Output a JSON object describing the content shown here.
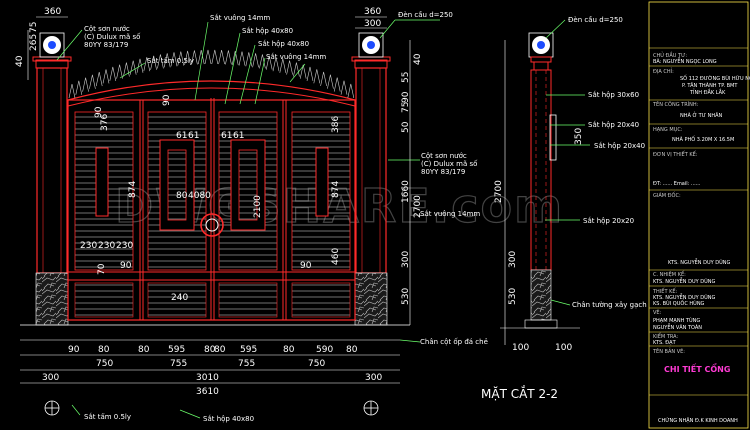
{
  "callouts": {
    "den_cau_left": "Đèn cầu d=250",
    "den_cau_right": "Đèn cầu d=250",
    "cot_son_nuoc_left": [
      "Cột sơn nước",
      "(C) Dulux mã số",
      "80YY 83/179"
    ],
    "sat_tam_top": "Sắt tấm 0.5ly",
    "sat_vuong_14_a": "Sắt vuông 14mm",
    "sat_hop_40x80_a": "Sắt hộp 40x80",
    "sat_hop_40x80_b": "Sắt hộp 40x80",
    "sat_vuong_14_b": "Sắt vuông 14mm",
    "cot_son_nuoc_right": [
      "Cột sơn nước",
      "(C) Dulux mã số",
      "80YY 83/179"
    ],
    "sat_vuong_14_c": "Sắt vuông 14mm",
    "chan_cot_op": "Chân cột ốp đá chẻ",
    "sat_tam_bottom": "Sắt tấm 0.5ly",
    "sat_hop_40x80_bottom": "Sắt hộp 40x80",
    "sec_sat_hop_30x60": "Sắt hộp 30x60",
    "sec_sat_hop_20x40_a": "Sắt hộp 20x40",
    "sec_sat_hop_20x40_b": "Sắt hộp 20x40",
    "sec_sat_hop_20x20": "Sắt hộp 20x20",
    "sec_chan_tuong": "Chân tường xây gạch thẻ"
  },
  "dims": {
    "top_360_l": "360",
    "top_360_r": "360",
    "top_300_r": "300",
    "v_40": "40",
    "v_265": "265",
    "v_75": "75",
    "d_90a": "90",
    "d_61a": "61",
    "d_61b": "61",
    "d_61c": "61",
    "d_61d": "61",
    "d_376": "376",
    "d_386": "386",
    "d_80": "80",
    "d_4080": "4080",
    "d_2100": "2100",
    "d_874a": "874",
    "d_874b": "874",
    "d_240": "240",
    "d_460": "460",
    "d_230a": "230",
    "d_230b": "230",
    "d_230c": "230",
    "d_70": "70",
    "d_90b": "90",
    "d_90c": "90",
    "d_90d": "90",
    "r_40": "40",
    "r_55": "55",
    "r_90": "90",
    "r_50": "50",
    "r_75": "75",
    "r_1660": "1660",
    "r_2700": "2700",
    "r_300": "300",
    "r_530": "530",
    "s_2700": "2700",
    "s_350": "350",
    "s_300": "300",
    "s_530": "530",
    "s_100a": "100",
    "s_100b": "100",
    "bottom_row1": [
      "90",
      "80",
      "595",
      "80",
      "80",
      "595",
      "80",
      "590",
      "80"
    ],
    "bottom_row2": [
      "750",
      "755",
      "755",
      "750"
    ],
    "bottom_300_l": "300",
    "bottom_3010": "3010",
    "bottom_300_r": "300",
    "bottom_3610": "3610",
    "bottom_row1_left_80": "80"
  },
  "section_title": "MẶT CẮT 2-2",
  "watermark": "DWGSHARE.com",
  "title_block": {
    "owner_h": "CHỦ ĐẦU TƯ:",
    "owner_v": "BÀ: NGUYỄN  NGỌC LONG",
    "address_h": "ĐỊA CHỈ:",
    "address_v": [
      "SỐ 112 ĐƯỜNG BÙI HỮU NGHĨA",
      "P. TÂN THÀNH TP. BMT",
      "TỈNH ĐẮK LẮK"
    ],
    "project_h": "TÊN CÔNG TRÌNH:",
    "project_v": "NHÀ Ở TƯ NHÂN",
    "item_h": "HẠNG MỤC:",
    "item_v": "NHÀ PHỐ 3.20M X 16.5M",
    "design_unit_h": "ĐƠN VỊ THIẾT KẾ:",
    "design_unit_v": "ĐT: ...... Email: ......",
    "director_h": "GIÁM ĐỐC:",
    "director_v": "KTS. NGUYỄN DUY DŨNG",
    "chief_h": "C. NHIỆM KẾ:",
    "chief_v": "KTS. NGUYỄN DUY DŨNG",
    "designer_h": "THIẾT KẾ:",
    "designer_v": [
      "KTS. NGUYỄN DUY DŨNG",
      "KS. BÙI QUỐC HÙNG"
    ],
    "drawn_h": "VẼ:",
    "drawn_v": [
      "PHẠM MẠNH TÙNG",
      "NGUYỄN VĂN TOÀN"
    ],
    "check_h": "KIỂM TRA:",
    "check_v": "KTS. ĐẠT",
    "sheet_h": "TÊN BẢN VẼ:",
    "sheet_v": "CHI TIẾT CỔNG",
    "footer": "CHỨNG NHẬN Đ.K KINH DOANH"
  },
  "colors": {
    "red": "#ff2a2a",
    "white": "#ffffff",
    "magenta": "#ff3bd4",
    "yellow": "#ffe64d",
    "cyan": "#3fe0ff",
    "green": "#6bff6b"
  }
}
